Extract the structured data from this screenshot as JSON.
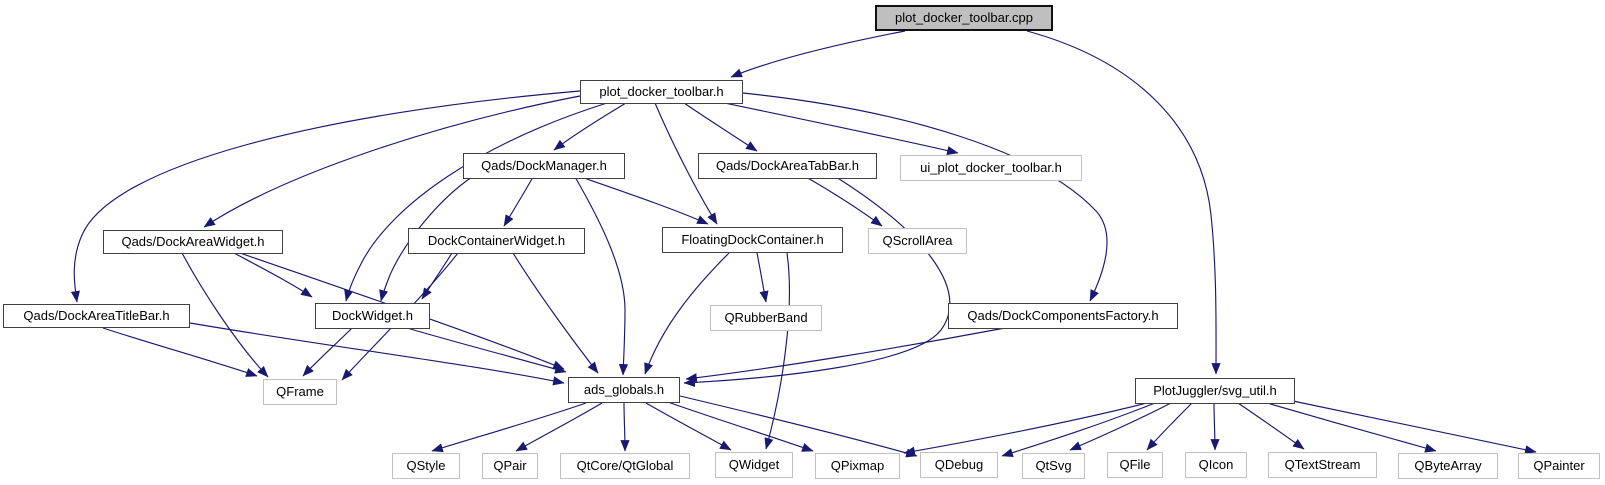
{
  "diagram": {
    "kind": "doxygen-include-dependency-graph",
    "root_file": "plot_docker_toolbar.cpp",
    "edge_color": "#191970",
    "root_fill": "#bfbfbf",
    "project_border": "#404040",
    "external_border": "#c2c2c2",
    "background": "#ffffff"
  },
  "nodes": [
    {
      "id": "plot_docker_toolbar.cpp",
      "label": "plot_docker_toolbar.cpp",
      "kind": "source-root"
    },
    {
      "id": "plot_docker_toolbar.h",
      "label": "plot_docker_toolbar.h",
      "kind": "project-header"
    },
    {
      "id": "Qads/DockManager.h",
      "label": "Qads/DockManager.h",
      "kind": "project-header"
    },
    {
      "id": "Qads/DockAreaTabBar.h",
      "label": "Qads/DockAreaTabBar.h",
      "kind": "project-header"
    },
    {
      "id": "ui_plot_docker_toolbar.h",
      "label": "ui_plot_docker_toolbar.h",
      "kind": "external-header"
    },
    {
      "id": "Qads/DockAreaWidget.h",
      "label": "Qads/DockAreaWidget.h",
      "kind": "project-header"
    },
    {
      "id": "DockContainerWidget.h",
      "label": "DockContainerWidget.h",
      "kind": "project-header"
    },
    {
      "id": "FloatingDockContainer.h",
      "label": "FloatingDockContainer.h",
      "kind": "project-header"
    },
    {
      "id": "QScrollArea",
      "label": "QScrollArea",
      "kind": "external-header"
    },
    {
      "id": "Qads/DockAreaTitleBar.h",
      "label": "Qads/DockAreaTitleBar.h",
      "kind": "project-header"
    },
    {
      "id": "DockWidget.h",
      "label": "DockWidget.h",
      "kind": "project-header"
    },
    {
      "id": "QRubberBand",
      "label": "QRubberBand",
      "kind": "external-header"
    },
    {
      "id": "Qads/DockComponentsFactory.h",
      "label": "Qads/DockComponentsFactory.h",
      "kind": "project-header"
    },
    {
      "id": "QFrame",
      "label": "QFrame",
      "kind": "external-header"
    },
    {
      "id": "ads_globals.h",
      "label": "ads_globals.h",
      "kind": "project-header"
    },
    {
      "id": "PlotJuggler/svg_util.h",
      "label": "PlotJuggler/svg_util.h",
      "kind": "project-header"
    },
    {
      "id": "QStyle",
      "label": "QStyle",
      "kind": "external-header"
    },
    {
      "id": "QPair",
      "label": "QPair",
      "kind": "external-header"
    },
    {
      "id": "QtCore/QtGlobal",
      "label": "QtCore/QtGlobal",
      "kind": "external-header"
    },
    {
      "id": "QWidget",
      "label": "QWidget",
      "kind": "external-header"
    },
    {
      "id": "QPixmap",
      "label": "QPixmap",
      "kind": "external-header"
    },
    {
      "id": "QDebug",
      "label": "QDebug",
      "kind": "external-header"
    },
    {
      "id": "QtSvg",
      "label": "QtSvg",
      "kind": "external-header"
    },
    {
      "id": "QFile",
      "label": "QFile",
      "kind": "external-header"
    },
    {
      "id": "QIcon",
      "label": "QIcon",
      "kind": "external-header"
    },
    {
      "id": "QTextStream",
      "label": "QTextStream",
      "kind": "external-header"
    },
    {
      "id": "QByteArray",
      "label": "QByteArray",
      "kind": "external-header"
    },
    {
      "id": "QPainter",
      "label": "QPainter",
      "kind": "external-header"
    }
  ],
  "edges": [
    {
      "from": "plot_docker_toolbar.cpp",
      "to": "plot_docker_toolbar.h"
    },
    {
      "from": "plot_docker_toolbar.cpp",
      "to": "PlotJuggler/svg_util.h"
    },
    {
      "from": "plot_docker_toolbar.h",
      "to": "Qads/DockManager.h"
    },
    {
      "from": "plot_docker_toolbar.h",
      "to": "Qads/DockAreaWidget.h"
    },
    {
      "from": "plot_docker_toolbar.h",
      "to": "Qads/DockAreaTitleBar.h"
    },
    {
      "from": "plot_docker_toolbar.h",
      "to": "DockWidget.h"
    },
    {
      "from": "plot_docker_toolbar.h",
      "to": "FloatingDockContainer.h"
    },
    {
      "from": "plot_docker_toolbar.h",
      "to": "Qads/DockAreaTabBar.h"
    },
    {
      "from": "plot_docker_toolbar.h",
      "to": "ui_plot_docker_toolbar.h"
    },
    {
      "from": "plot_docker_toolbar.h",
      "to": "Qads/DockComponentsFactory.h"
    },
    {
      "from": "Qads/DockManager.h",
      "to": "DockContainerWidget.h"
    },
    {
      "from": "Qads/DockManager.h",
      "to": "FloatingDockContainer.h"
    },
    {
      "from": "Qads/DockManager.h",
      "to": "DockWidget.h"
    },
    {
      "from": "Qads/DockManager.h",
      "to": "ads_globals.h"
    },
    {
      "from": "Qads/DockAreaTabBar.h",
      "to": "QScrollArea"
    },
    {
      "from": "Qads/DockAreaTabBar.h",
      "to": "ads_globals.h"
    },
    {
      "from": "Qads/DockAreaWidget.h",
      "to": "DockWidget.h"
    },
    {
      "from": "Qads/DockAreaWidget.h",
      "to": "QFrame"
    },
    {
      "from": "Qads/DockAreaWidget.h",
      "to": "ads_globals.h"
    },
    {
      "from": "Qads/DockAreaTitleBar.h",
      "to": "QFrame"
    },
    {
      "from": "Qads/DockAreaTitleBar.h",
      "to": "ads_globals.h"
    },
    {
      "from": "DockContainerWidget.h",
      "to": "DockWidget.h"
    },
    {
      "from": "DockContainerWidget.h",
      "to": "QFrame"
    },
    {
      "from": "DockContainerWidget.h",
      "to": "ads_globals.h"
    },
    {
      "from": "DockWidget.h",
      "to": "QFrame"
    },
    {
      "from": "DockWidget.h",
      "to": "ads_globals.h"
    },
    {
      "from": "FloatingDockContainer.h",
      "to": "QRubberBand"
    },
    {
      "from": "FloatingDockContainer.h",
      "to": "ads_globals.h"
    },
    {
      "from": "FloatingDockContainer.h",
      "to": "QWidget"
    },
    {
      "from": "Qads/DockComponentsFactory.h",
      "to": "ads_globals.h"
    },
    {
      "from": "ads_globals.h",
      "to": "QStyle"
    },
    {
      "from": "ads_globals.h",
      "to": "QPair"
    },
    {
      "from": "ads_globals.h",
      "to": "QtCore/QtGlobal"
    },
    {
      "from": "ads_globals.h",
      "to": "QWidget"
    },
    {
      "from": "ads_globals.h",
      "to": "QPixmap"
    },
    {
      "from": "ads_globals.h",
      "to": "QDebug"
    },
    {
      "from": "PlotJuggler/svg_util.h",
      "to": "QPixmap"
    },
    {
      "from": "PlotJuggler/svg_util.h",
      "to": "QDebug"
    },
    {
      "from": "PlotJuggler/svg_util.h",
      "to": "QtSvg"
    },
    {
      "from": "PlotJuggler/svg_util.h",
      "to": "QFile"
    },
    {
      "from": "PlotJuggler/svg_util.h",
      "to": "QIcon"
    },
    {
      "from": "PlotJuggler/svg_util.h",
      "to": "QTextStream"
    },
    {
      "from": "PlotJuggler/svg_util.h",
      "to": "QByteArray"
    },
    {
      "from": "PlotJuggler/svg_util.h",
      "to": "QPainter"
    }
  ]
}
